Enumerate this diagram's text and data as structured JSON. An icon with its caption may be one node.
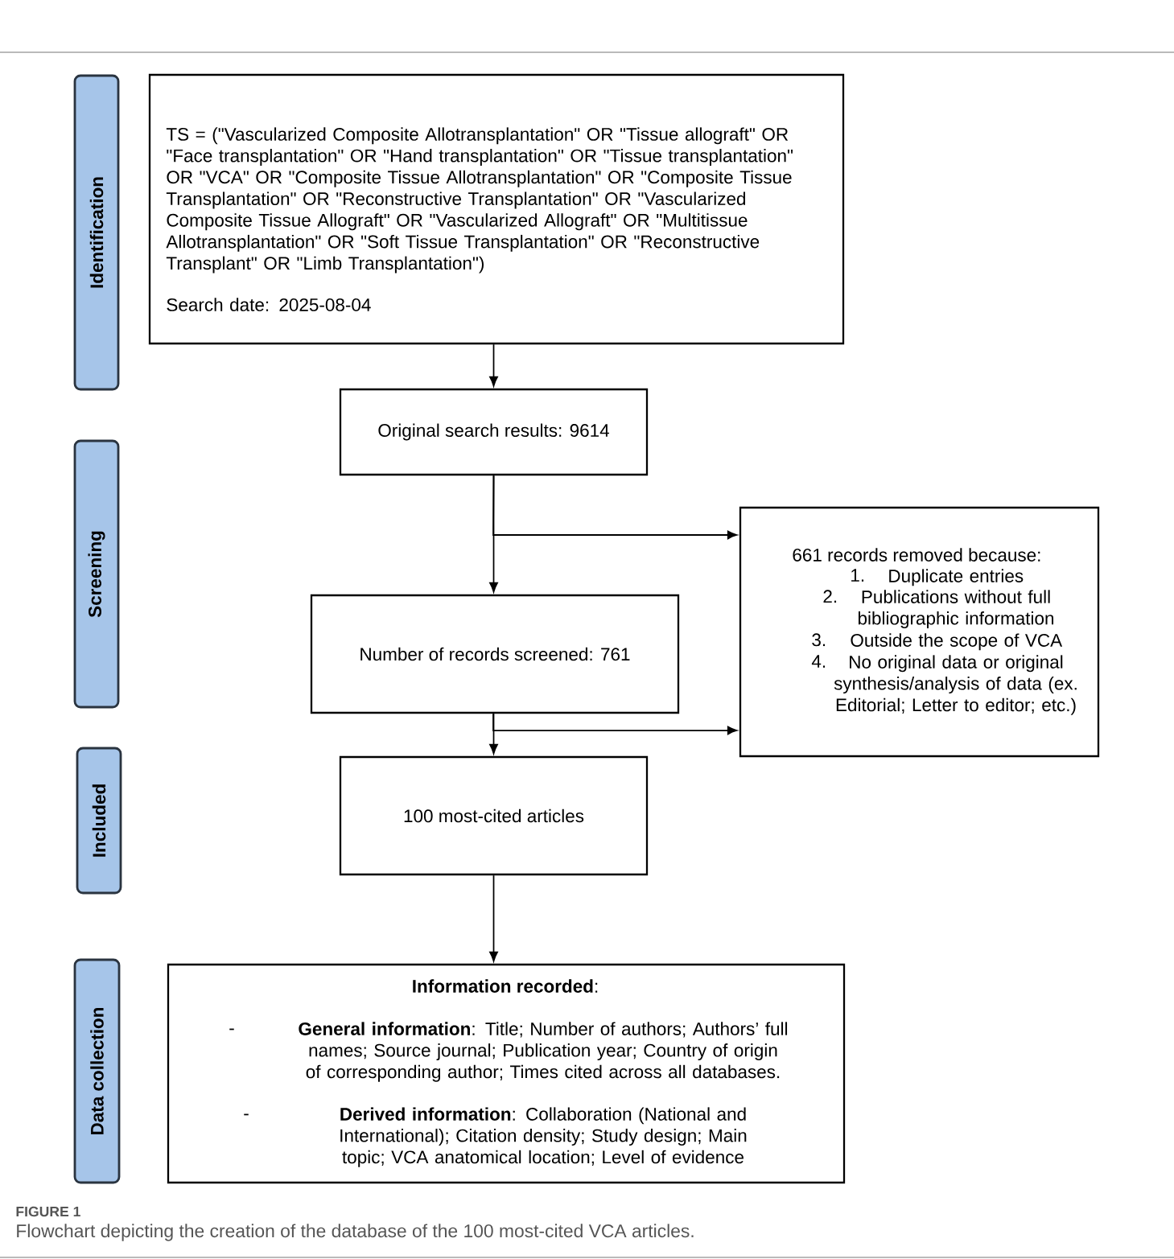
{
  "diagram": {
    "caption": "Flowchart depicting the creation of the database of the 100 most-cited VCA articles.",
    "nodes": [
      {
        "text": [
          "Identification"
        ]
      },
      {
        "text": [
          "Screening"
        ]
      },
      {
        "text": [
          "Included"
        ]
      },
      {
        "text": [
          "Data collection"
        ]
      },
      {
        "text": [
          "TS = (\"Vascularized Composite Allotransplantation\" OR \"Tissue allograft\" OR \"Face transplantation\" OR \"Hand transplantation\" OR \"Tissue transplantation\" OR \"VCA\" OR \"Composite Tissue Allotransplantation\" OR \"Composite Tissue Transplantation\" OR \"Reconstructive Transplantation\" OR \"Vascularized Composite Tissue Allograft\" OR \"Vascularized Allograft\" OR \"Multitissue Allotransplantation\" OR \"Soft Tissue Transplantation\" OR \"Reconstructive Transplant\" OR \"Limb Transplantation\")",
          "Search date: 2025-08-04"
        ]
      },
      {
        "text": [
          "Original search results: 9614"
        ]
      },
      {
        "text": [
          "Number of records screened: 761"
        ]
      },
      {
        "text": [
          "661 records removed because:",
          "1.",
          "Duplicate entries",
          "2.",
          "Publications without full bibliographic information",
          "3.",
          "Outside the scope of VCA",
          "4.",
          "No original data or original synthesis/analysis of data (ex. Editorial; Letter to editor; etc.)"
        ]
      },
      {
        "text": [
          "100 most-cited articles"
        ]
      },
      {
        "text": [
          "**Information recorded**:",
          "-",
          "**General information**: Title; Number of authors; Authors’ full names; Source journal; Publication year; Country of origin of corresponding author; Times cited across all databases.",
          "-",
          "**Derived information**: Collaboration (National and International); Citation density; Study design; Main topic; VCA anatomical location; Level of evidence"
        ]
      }
    ],
    "edges": [
      {
        "from": 4,
        "to": 5,
        "arrow": "to"
      },
      {
        "from": 5,
        "to": 6,
        "arrow": "to"
      },
      {
        "from": 5,
        "to": 7,
        "arrow": "to"
      },
      {
        "from": 6,
        "to": 8,
        "arrow": "to"
      },
      {
        "from": 6,
        "to": 7,
        "arrow": "to"
      },
      {
        "from": 8,
        "to": 9,
        "arrow": "to"
      }
    ],
    "labels": [
      "FIGURE 1"
    ]
  }
}
